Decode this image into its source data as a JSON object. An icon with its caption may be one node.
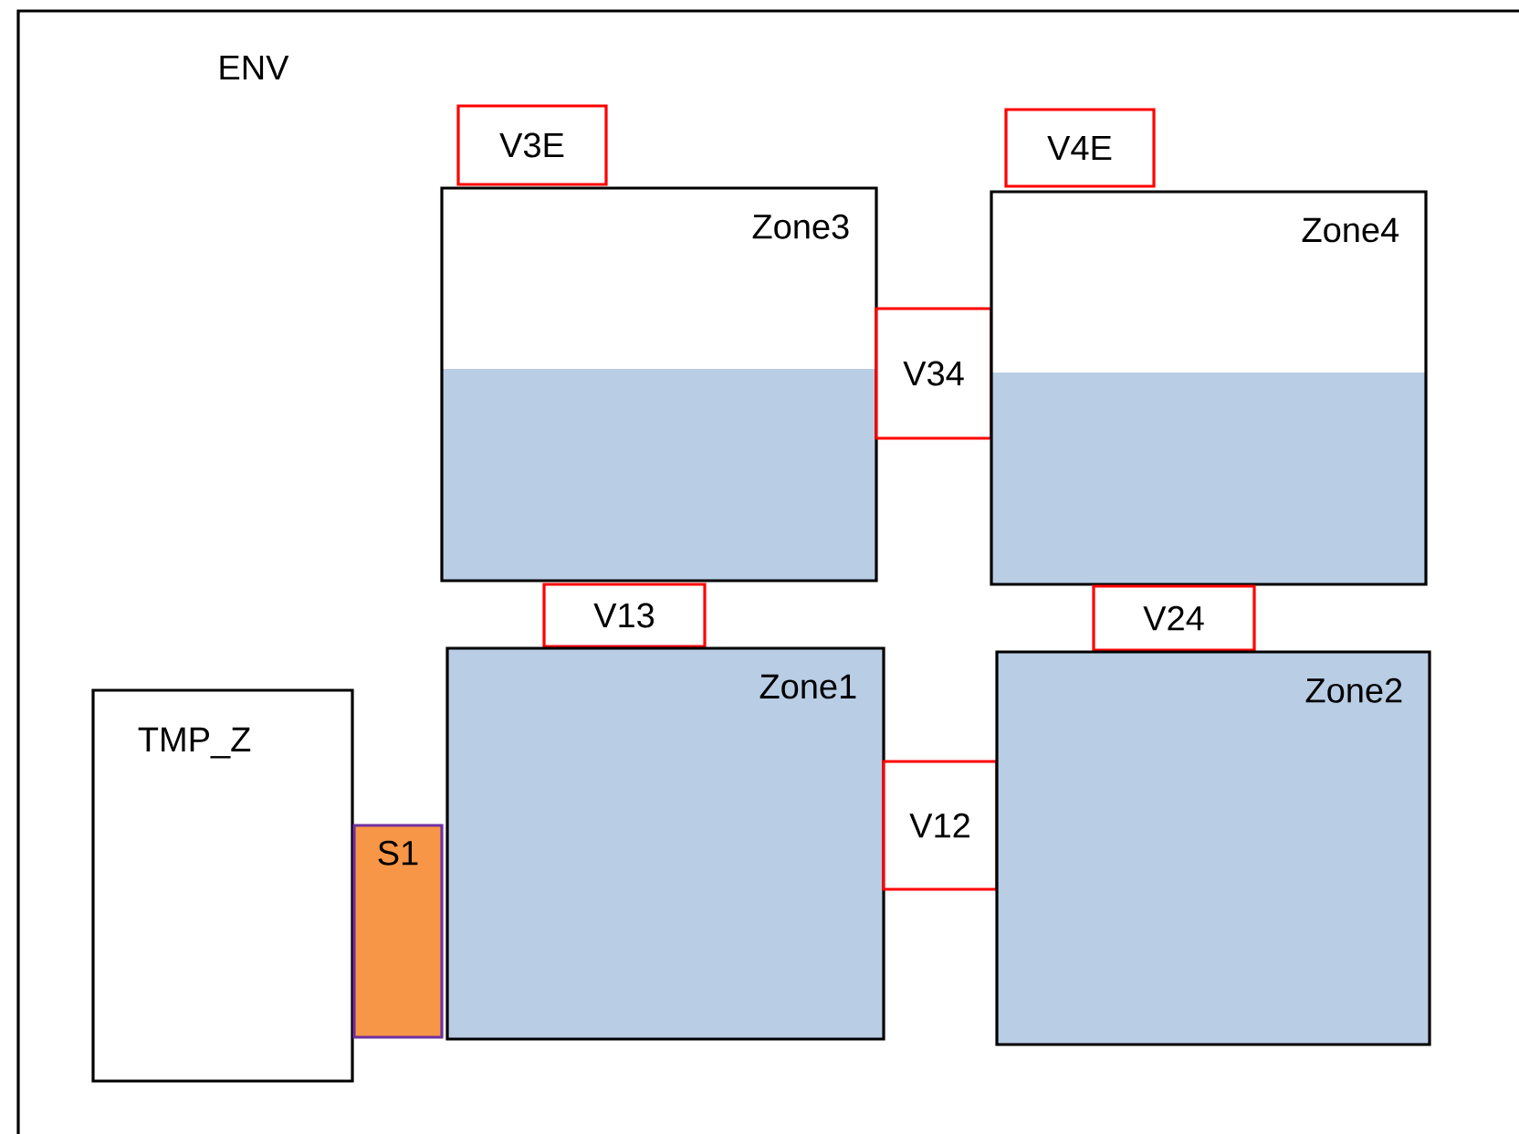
{
  "diagram": {
    "nodes": [
      {
        "text": [
          "ENV"
        ]
      },
      {
        "text": [
          "V3E"
        ],
        "in": 0
      },
      {
        "text": [
          "V4E"
        ],
        "in": 0
      },
      {
        "text": [
          "Zone3"
        ],
        "in": 0
      },
      {
        "text": [
          "V34"
        ],
        "in": 0
      },
      {
        "text": [
          "Zone4"
        ],
        "in": 0
      },
      {
        "text": [
          "V13"
        ],
        "in": 0
      },
      {
        "text": [
          "V24"
        ],
        "in": 0
      },
      {
        "text": [
          "TMP_Z"
        ],
        "in": 0
      },
      {
        "text": [
          "Zone1"
        ],
        "in": 0
      },
      {
        "text": [
          "S1"
        ],
        "in": 0
      },
      {
        "text": [
          "V12"
        ],
        "in": 0
      },
      {
        "text": [
          "Zone2"
        ],
        "in": 0
      }
    ]
  }
}
